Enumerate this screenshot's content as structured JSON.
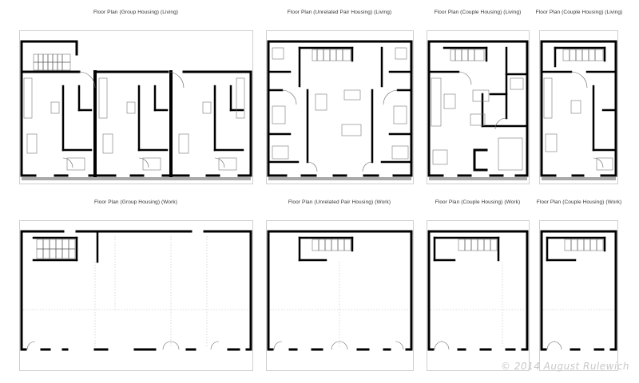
{
  "titles": {
    "group_living": "Floor Plan (Group Housing) (Living)",
    "pair_living": "Floor Plan (Unrelated Pair Housing) (Living)",
    "couple_living_a": "Floor Plan (Couple Housing) (Living)",
    "couple_living_b": "Floor Plan (Couple Housing) (Living)",
    "group_work": "Floor Plan (Group Housing) (Work)",
    "pair_work": "Floor Plan (Unrelated Pair Housing) (Work)",
    "couple_work_a": "Floor Plan (Couple Housing) (Work)",
    "couple_work_b": "Floor Plan (Couple Housing) (Work)"
  },
  "copyright": "© 2014 August Rulewich",
  "colors": {
    "wall": "#000000",
    "outline": "#cfcfcf",
    "gridline": "#cfcfcf",
    "watermark": "#c8c8c8"
  }
}
